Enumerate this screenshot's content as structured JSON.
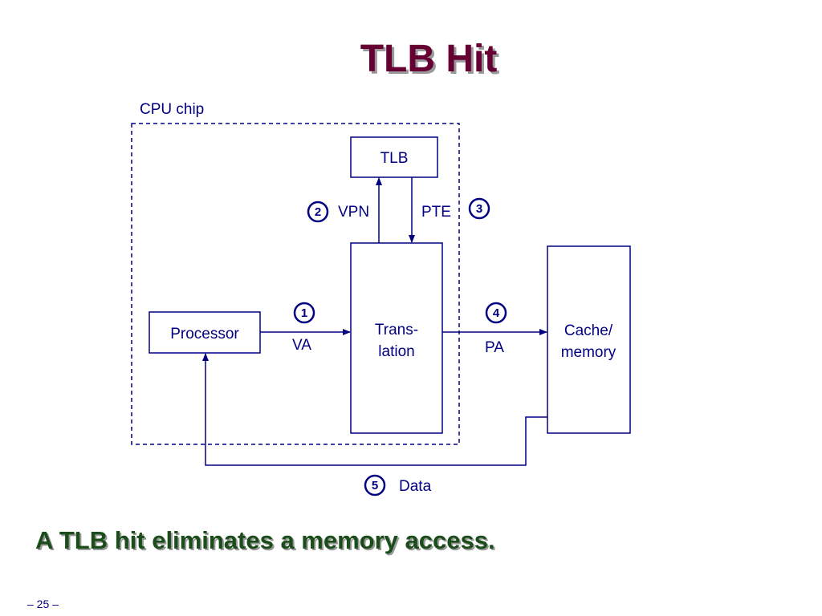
{
  "title": "TLB Hit",
  "cpu_chip_label": "CPU chip",
  "nodes": {
    "tlb": "TLB",
    "processor": "Processor",
    "translation_line1": "Trans-",
    "translation_line2": "lation",
    "cache_line1": "Cache/",
    "cache_line2": "memory"
  },
  "edges": {
    "va": "VA",
    "vpn": "VPN",
    "pte": "PTE",
    "pa": "PA",
    "data": "Data"
  },
  "steps": [
    "1",
    "2",
    "3",
    "4",
    "5"
  ],
  "conclusion": "A TLB hit eliminates a memory access.",
  "page_number": "– 25 –",
  "colors": {
    "title": "#660033",
    "title_shadow": "#999999",
    "diagram": "#000080",
    "conclusion": "#1a4d1a",
    "conclusion_shadow": "#999999"
  }
}
